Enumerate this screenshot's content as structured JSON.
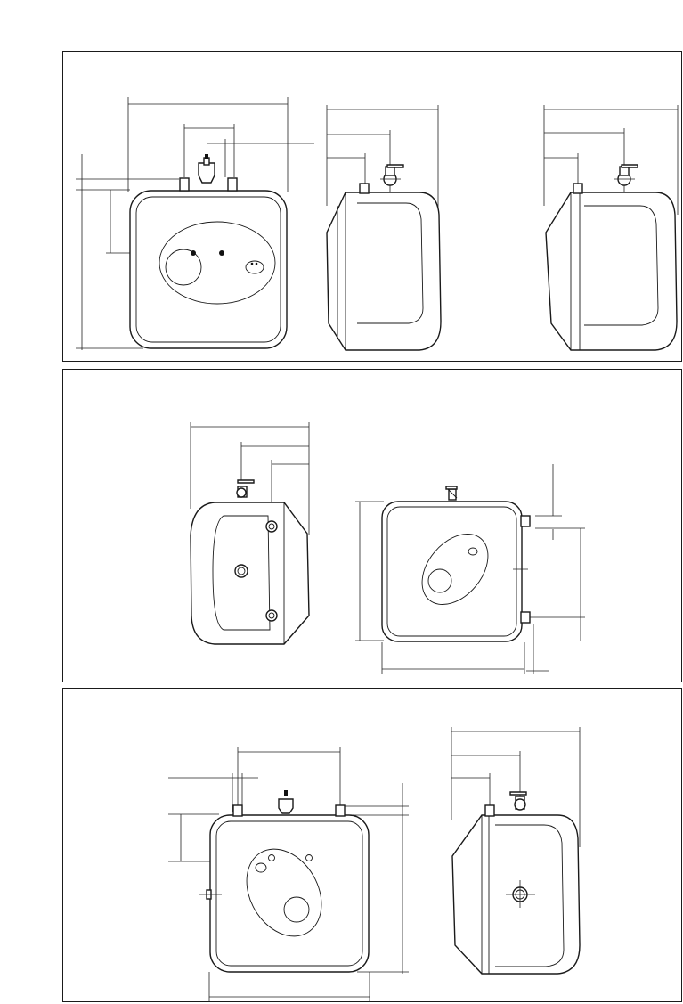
{
  "document": {
    "panels": [
      {
        "id": "top",
        "views": [
          "front-view",
          "side-view-left",
          "side-view-right"
        ]
      },
      {
        "id": "middle",
        "views": [
          "side-view",
          "front-view-rotated"
        ]
      },
      {
        "id": "bottom",
        "views": [
          "front-view-inverted",
          "side-view"
        ]
      }
    ]
  }
}
